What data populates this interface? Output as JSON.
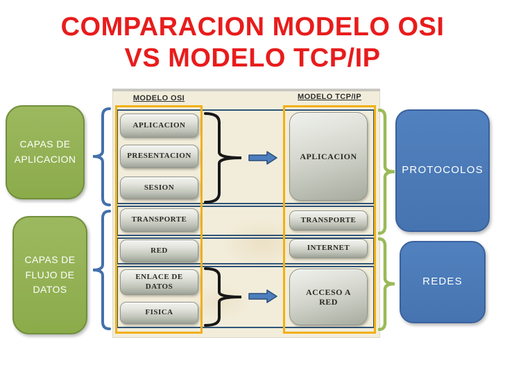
{
  "title": {
    "line1": "COMPARACION MODELO OSI",
    "line2": "VS MODELO TCP/IP"
  },
  "panel": {
    "osi_header": "MODELO OSI",
    "tcp_header": "MODELO TCP/IP",
    "osi_layers": [
      "APLICACION",
      "PRESENTACION",
      "SESION",
      "TRANSPORTE",
      "RED",
      "ENLACE DE DATOS",
      "FISICA"
    ],
    "tcp_layers": [
      "APLICACION",
      "TRANSPORTE",
      "INTERNET",
      "ACCESO A RED"
    ]
  },
  "side_labels": {
    "capas_aplicacion": "CAPAS DE APLICACION",
    "capas_flujo": "CAPAS DE FLUJO DE DATOS",
    "protocolos": "PROTOCOLOS",
    "redes": "REDES"
  },
  "colors": {
    "title_red": "#e81c1c",
    "green_box": "#94b054",
    "blue_box": "#4d7ebd",
    "orange_frame": "#f3b011",
    "navy_frame": "#2f5478",
    "panel_bg": "#f2eddb",
    "brace_blue": "#4470ab",
    "brace_green": "#9aba57",
    "brace_black": "#181818"
  }
}
